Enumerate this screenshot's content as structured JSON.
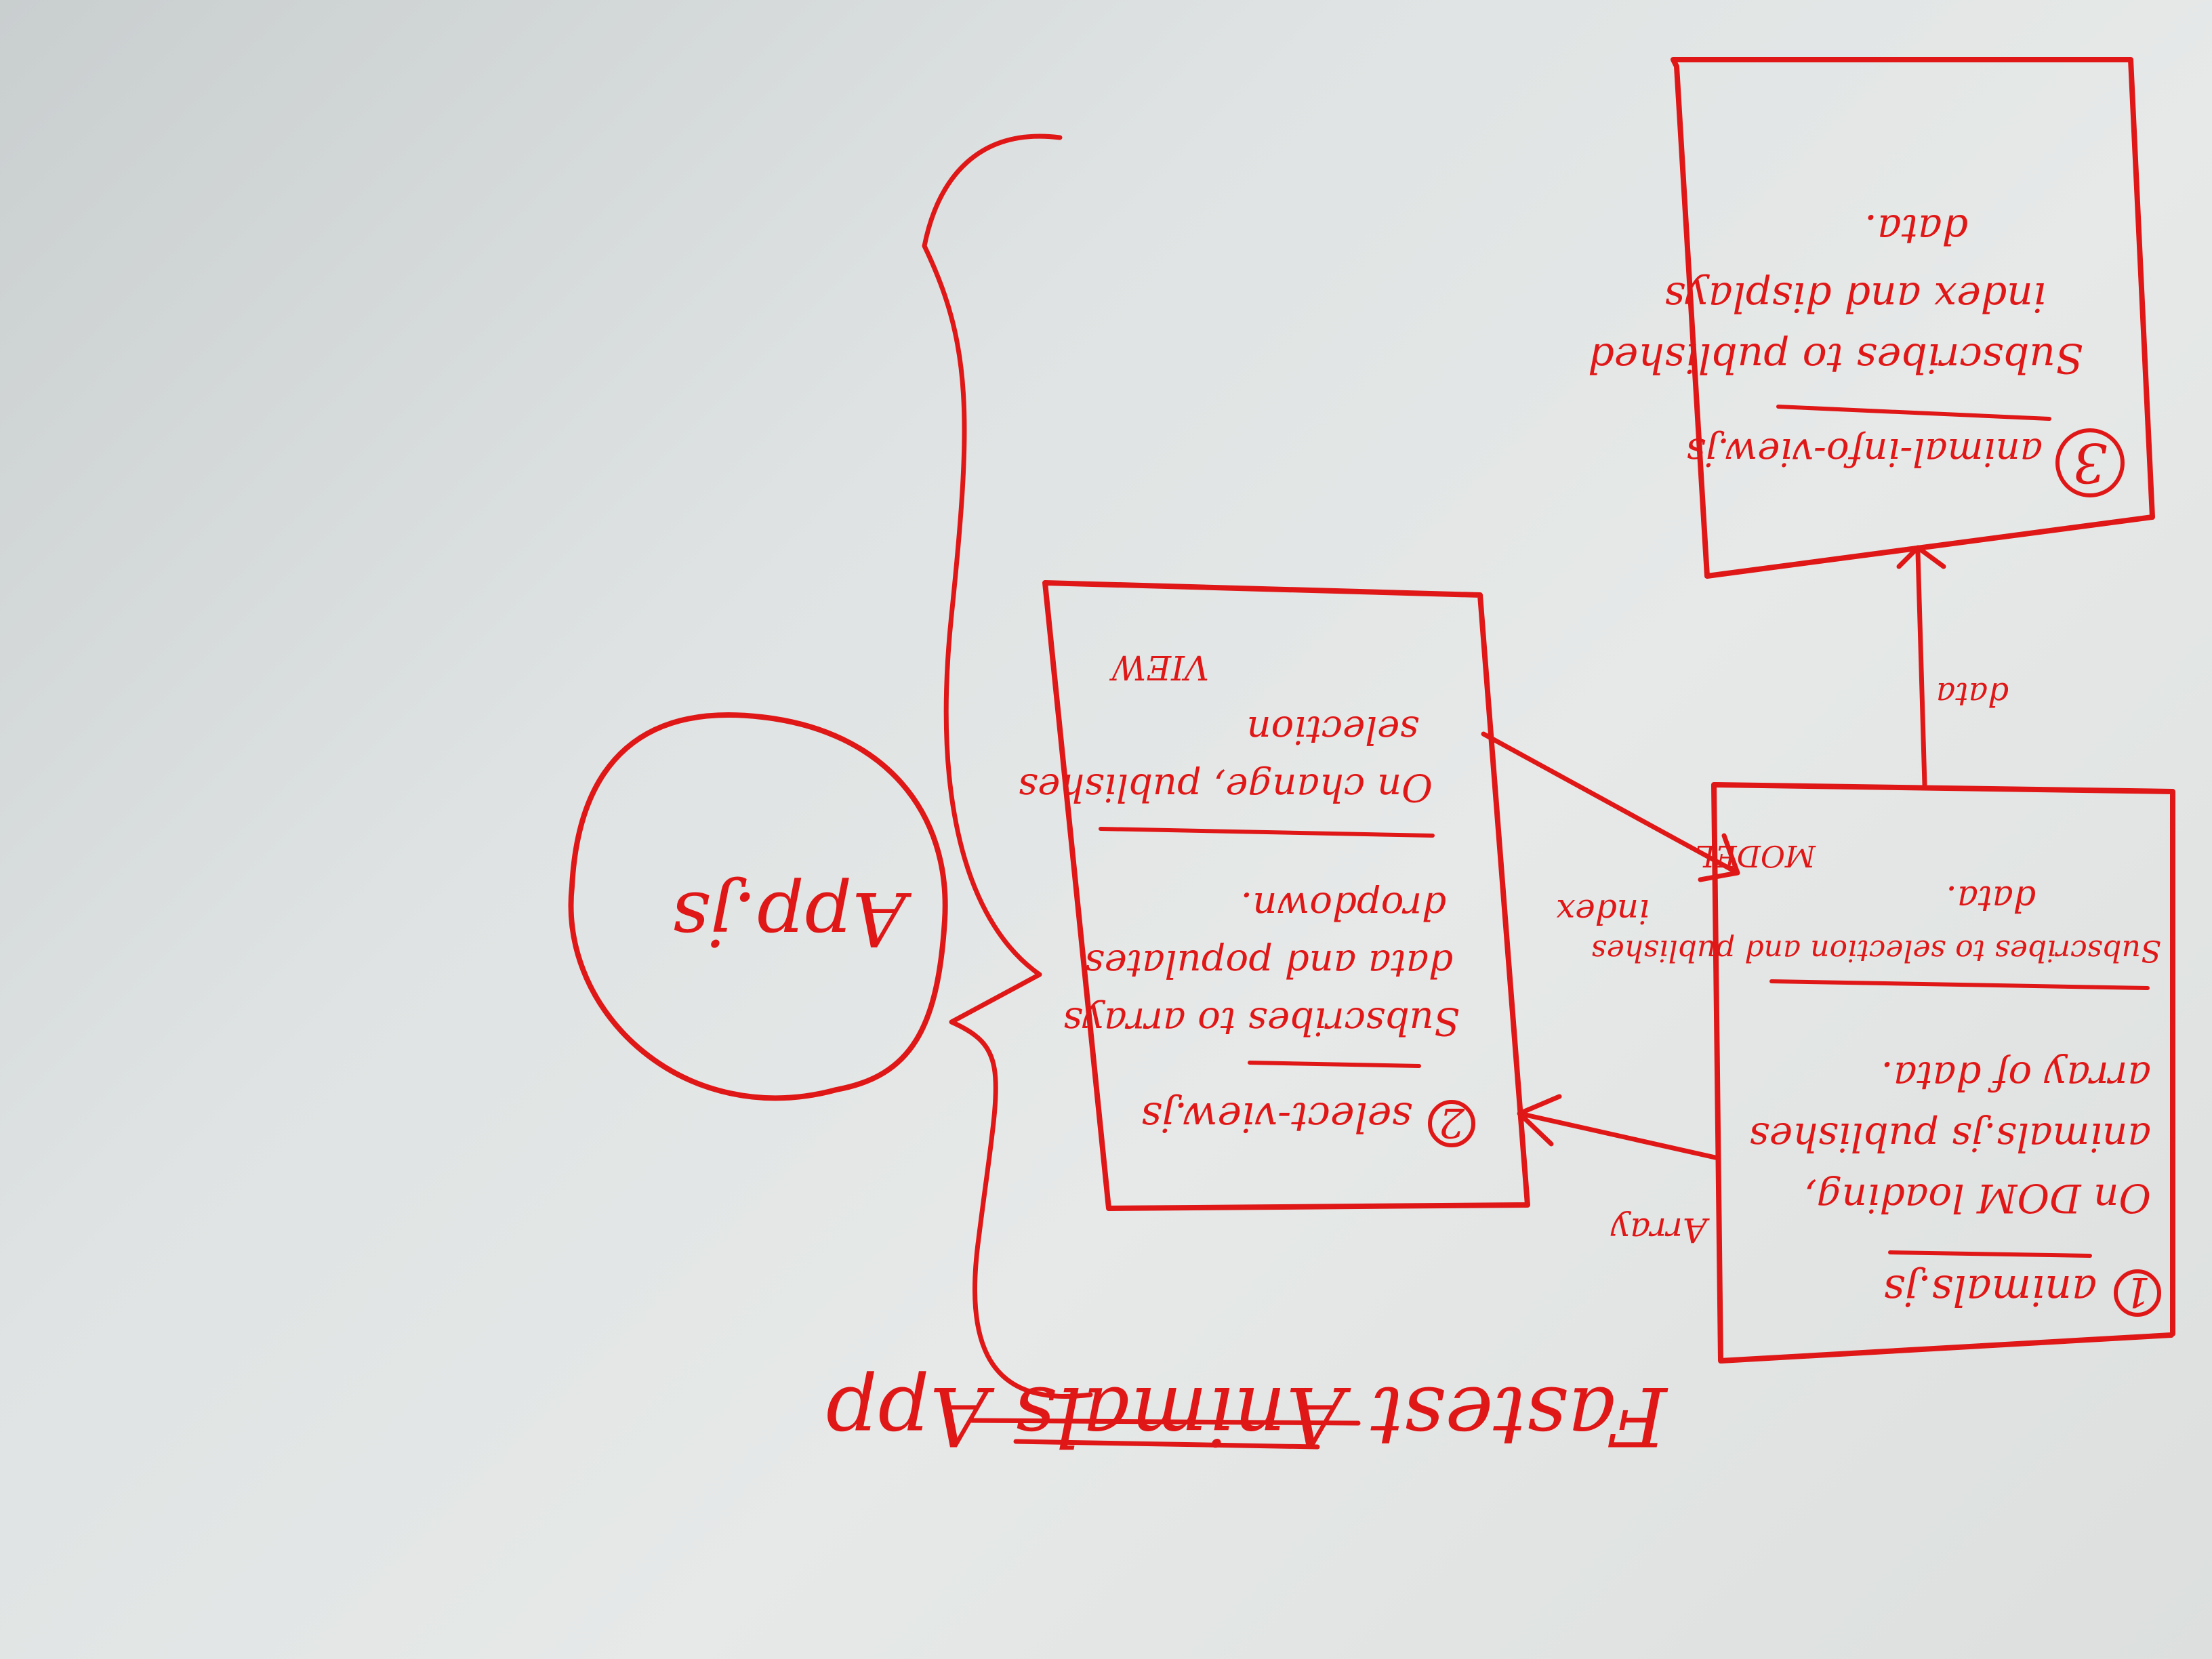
{
  "colors": {
    "ink": "#e01717",
    "paper": "#e2e5e4"
  },
  "title": "Fastest Animals App",
  "app_node": {
    "label": "App.js"
  },
  "box_model": {
    "number": "1",
    "filename": "animals.js",
    "line1": "On DOM loading,",
    "line2": "animals.js publishes",
    "line3": "array of data.",
    "line4": "Subscribes to selection and publishes",
    "line5": "data.",
    "tag": "MODEL"
  },
  "box_select": {
    "number": "2",
    "filename": "select-view.js",
    "line1": "Subscribes to arrays",
    "line2": "data and populates",
    "line3": "dropdown.",
    "line4": "On change, publishes",
    "line5": "selection",
    "tag": "VIEW"
  },
  "box_info": {
    "number": "3",
    "filename": "animal-info-view.js",
    "line1": "Subscribes to published",
    "line2": "index and displays",
    "line3": "data."
  },
  "edges": {
    "model_to_select": "Array",
    "select_to_model": "index",
    "model_to_info": "data"
  }
}
